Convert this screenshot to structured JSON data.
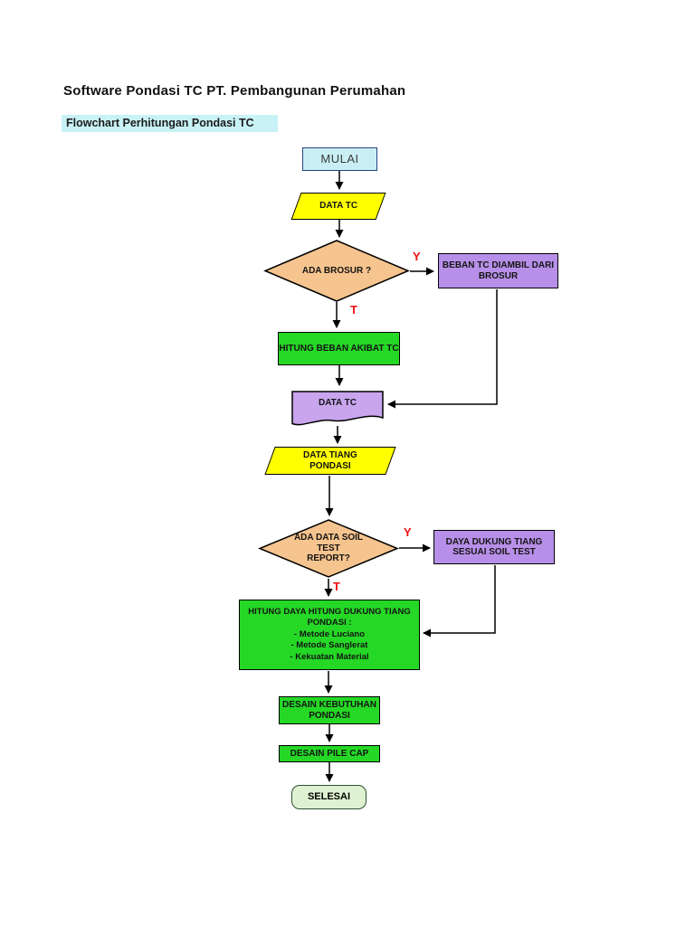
{
  "page": {
    "title": "Software Pondasi TC PT. Pembangunan Perumahan",
    "subtitle": "Flowchart Perhitungan Pondasi TC"
  },
  "colors": {
    "subtitle_highlight": "#C9F2F6",
    "start_fill": "#C9EFF5",
    "start_border": "#27427E",
    "io_fill": "#FFFF00",
    "decision_fill": "#F6C48E",
    "process_fill": "#25D825",
    "data_fill": "#B78FE8",
    "document_fill": "#C9A5EE",
    "end_fill": "#DEF2D2",
    "end_border": "#2E4F2E",
    "branch_label": "#EE1111",
    "line": "#000000"
  },
  "nodes": {
    "start": {
      "type": "start",
      "label": "MULAI"
    },
    "data_tc_input": {
      "type": "io",
      "label": "DATA TC"
    },
    "decision_brosur": {
      "type": "decision",
      "label": "ADA BROSUR ?"
    },
    "beban_brosur": {
      "type": "data",
      "label": "BEBAN TC DIAMBIL DARI\nBROSUR"
    },
    "hitung_beban": {
      "type": "process",
      "label": "HITUNG BEBAN AKIBAT TC"
    },
    "data_tc_doc": {
      "type": "document",
      "label": "DATA TC"
    },
    "data_tiang": {
      "type": "io",
      "label": "DATA TIANG\nPONDASI"
    },
    "decision_soil": {
      "type": "decision",
      "label": "ADA DATA SOIL\nTEST\nREPORT?"
    },
    "daya_dukung": {
      "type": "data",
      "label": "DAYA DUKUNG TIANG\nSESUAI SOIL TEST"
    },
    "hitung_daya": {
      "type": "process",
      "label": "HITUNG DAYA HITUNG DUKUNG TIANG\nPONDASI :\n- Metode Luciano\n- Metode Sanglerat\n- Kekuatan Material"
    },
    "desain_kebutuhan": {
      "type": "process",
      "label": "DESAIN KEBUTUHAN\nPONDASI"
    },
    "desain_pile_cap": {
      "type": "process",
      "label": "DESAIN PILE CAP"
    },
    "end": {
      "type": "end",
      "label": "SELESAI"
    }
  },
  "branches": {
    "yes1": "Y",
    "no1": "T",
    "yes2": "Y",
    "no2": "T"
  }
}
